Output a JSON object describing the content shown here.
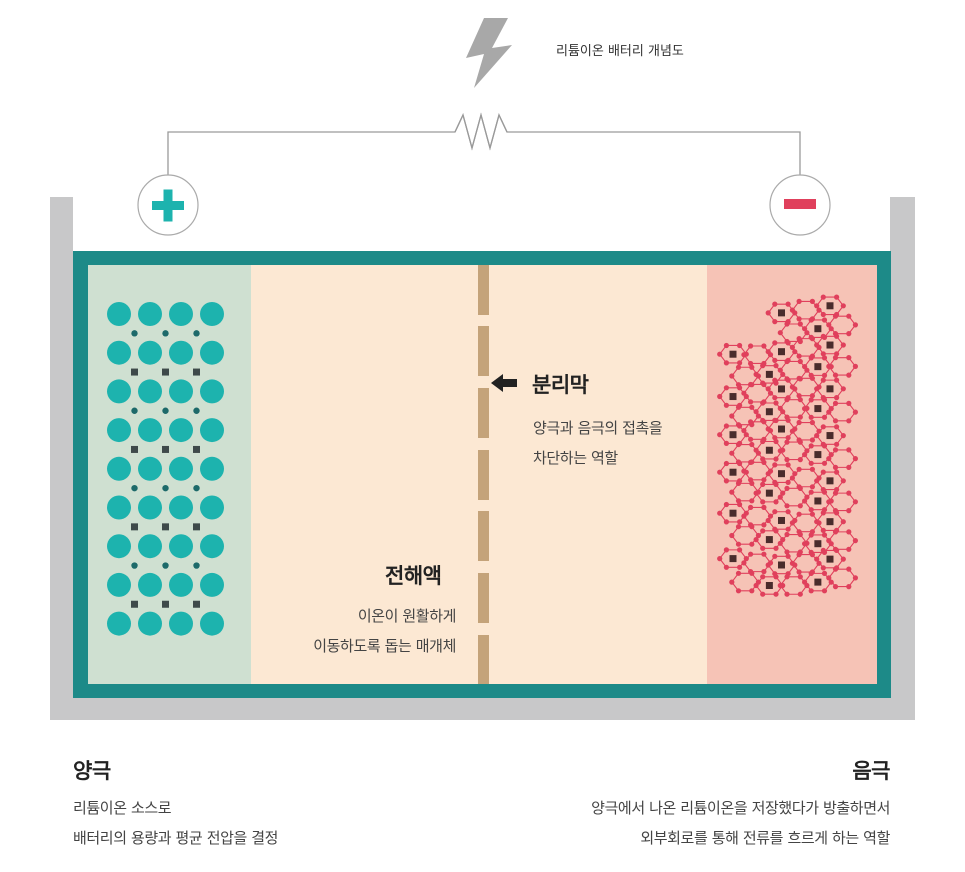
{
  "diagram_title": "리튬이온 배터리 개념도",
  "colors": {
    "container_gray": "#c8c8c9",
    "frame_teal": "#1d8a88",
    "cathode_bg": "#cfe0d1",
    "electrolyte_bg": "#fce8d3",
    "anode_bg": "#f6c3b6",
    "cathode_atom": "#1db3ae",
    "cathode_small_dot": "#1d6a6a",
    "cathode_square": "#3e4a4a",
    "separator": "#c4a37a",
    "anode_lattice": "#e0405c",
    "anode_square": "#4a2c2c",
    "bolt": "#a8a8a8",
    "wire": "#9a9a9a",
    "plus_sign": "#1db3ae",
    "minus_sign": "#e0405c"
  },
  "icons": {
    "bolt": "lightning-bolt-icon",
    "resistor": "resistor-icon",
    "plus": "plus-icon",
    "minus": "minus-icon",
    "arrow": "arrow-left-icon"
  },
  "separator_label": {
    "title": "분리막",
    "line1": "양극과 음극의 접촉을",
    "line2": "차단하는 역할"
  },
  "electrolyte_label": {
    "title": "전해액",
    "line1": "이온이 원활하게",
    "line2": "이동하도록 돕는 매개체"
  },
  "cathode_label": {
    "title": "양극",
    "line1": "리튬이온 소스로",
    "line2": "배터리의 용량과 평균 전압을 결정"
  },
  "anode_label": {
    "title": "음극",
    "line1": "양극에서 나온 리튬이온을 저장했다가 방출하면서",
    "line2": "외부회로를 통해 전류를 흐르게 하는 역할"
  }
}
